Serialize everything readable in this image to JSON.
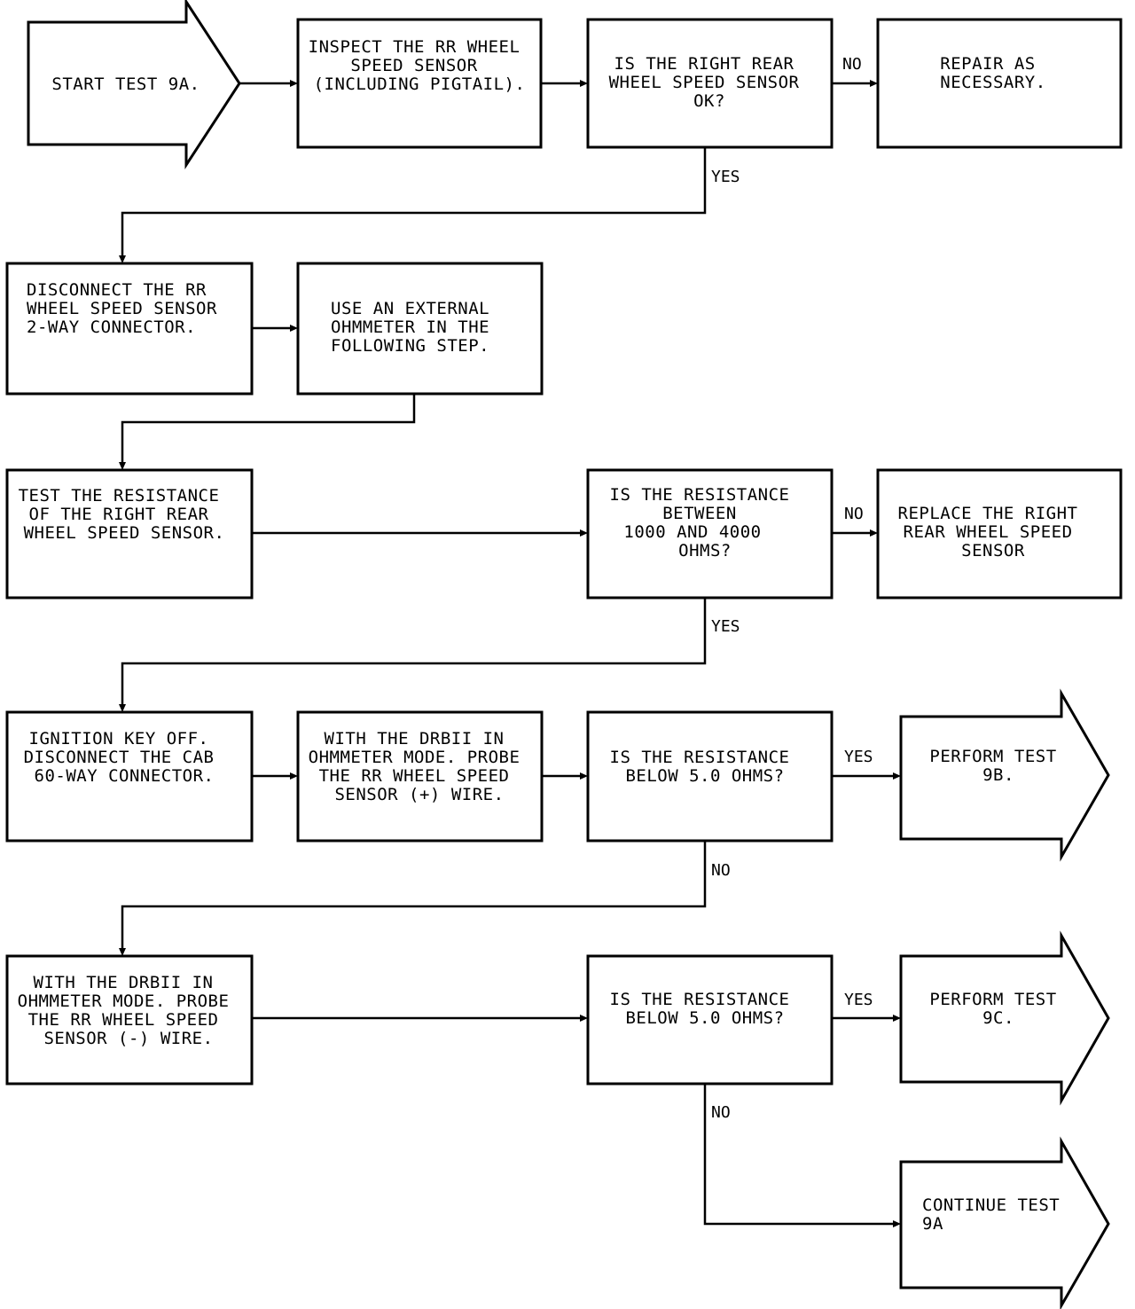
{
  "nodes": {
    "start": {
      "lines": [
        "START TEST 9A."
      ]
    },
    "inspect": {
      "lines": [
        "INSPECT THE RR WHEEL",
        "SPEED SENSOR",
        "(INCLUDING PIGTAIL)."
      ]
    },
    "q_sensor_ok": {
      "lines": [
        "IS THE RIGHT REAR",
        "WHEEL SPEED SENSOR",
        "OK?"
      ]
    },
    "repair": {
      "lines": [
        "REPAIR AS",
        "NECESSARY."
      ]
    },
    "disconnect_sensor": {
      "lines": [
        "DISCONNECT THE RR",
        "WHEEL SPEED SENSOR",
        "2-WAY CONNECTOR."
      ]
    },
    "use_ohmmeter": {
      "lines": [
        "USE AN EXTERNAL",
        "OHMMETER IN THE",
        "FOLLOWING STEP."
      ]
    },
    "test_resistance": {
      "lines": [
        "TEST THE RESISTANCE",
        "OF THE RIGHT REAR",
        "WHEEL SPEED SENSOR."
      ]
    },
    "q_resistance_range": {
      "lines": [
        "IS THE RESISTANCE",
        "BETWEEN",
        "1000 AND 4000",
        "OHMS?"
      ]
    },
    "replace_sensor": {
      "lines": [
        "REPLACE THE RIGHT",
        "REAR WHEEL SPEED",
        "SENSOR"
      ]
    },
    "ignition_off": {
      "lines": [
        "IGNITION KEY OFF.",
        "DISCONNECT THE CAB",
        "60-WAY CONNECTOR."
      ]
    },
    "probe_plus": {
      "lines": [
        "WITH THE DRBII IN",
        "OHMMETER MODE. PROBE",
        "THE RR WHEEL SPEED",
        "SENSOR (+) WIRE."
      ]
    },
    "q_below_5_a": {
      "lines": [
        "IS THE RESISTANCE",
        "BELOW 5.0 OHMS?"
      ]
    },
    "perform_9b": {
      "lines": [
        "PERFORM TEST",
        "9B."
      ]
    },
    "probe_minus": {
      "lines": [
        "WITH THE DRBII IN",
        "OHMMETER MODE. PROBE",
        "THE RR WHEEL SPEED",
        "SENSOR (-) WIRE."
      ]
    },
    "q_below_5_b": {
      "lines": [
        "IS THE RESISTANCE",
        "BELOW 5.0 OHMS?"
      ]
    },
    "perform_9c": {
      "lines": [
        "PERFORM TEST",
        "9C."
      ]
    },
    "continue_9a": {
      "lines": [
        "CONTINUE TEST",
        "9A"
      ]
    }
  },
  "edge_labels": {
    "no_1": "NO",
    "yes_1": "YES",
    "no_2": "NO",
    "yes_2": "YES",
    "yes_3": "YES",
    "no_3": "NO",
    "yes_4": "YES",
    "no_4": "NO"
  }
}
